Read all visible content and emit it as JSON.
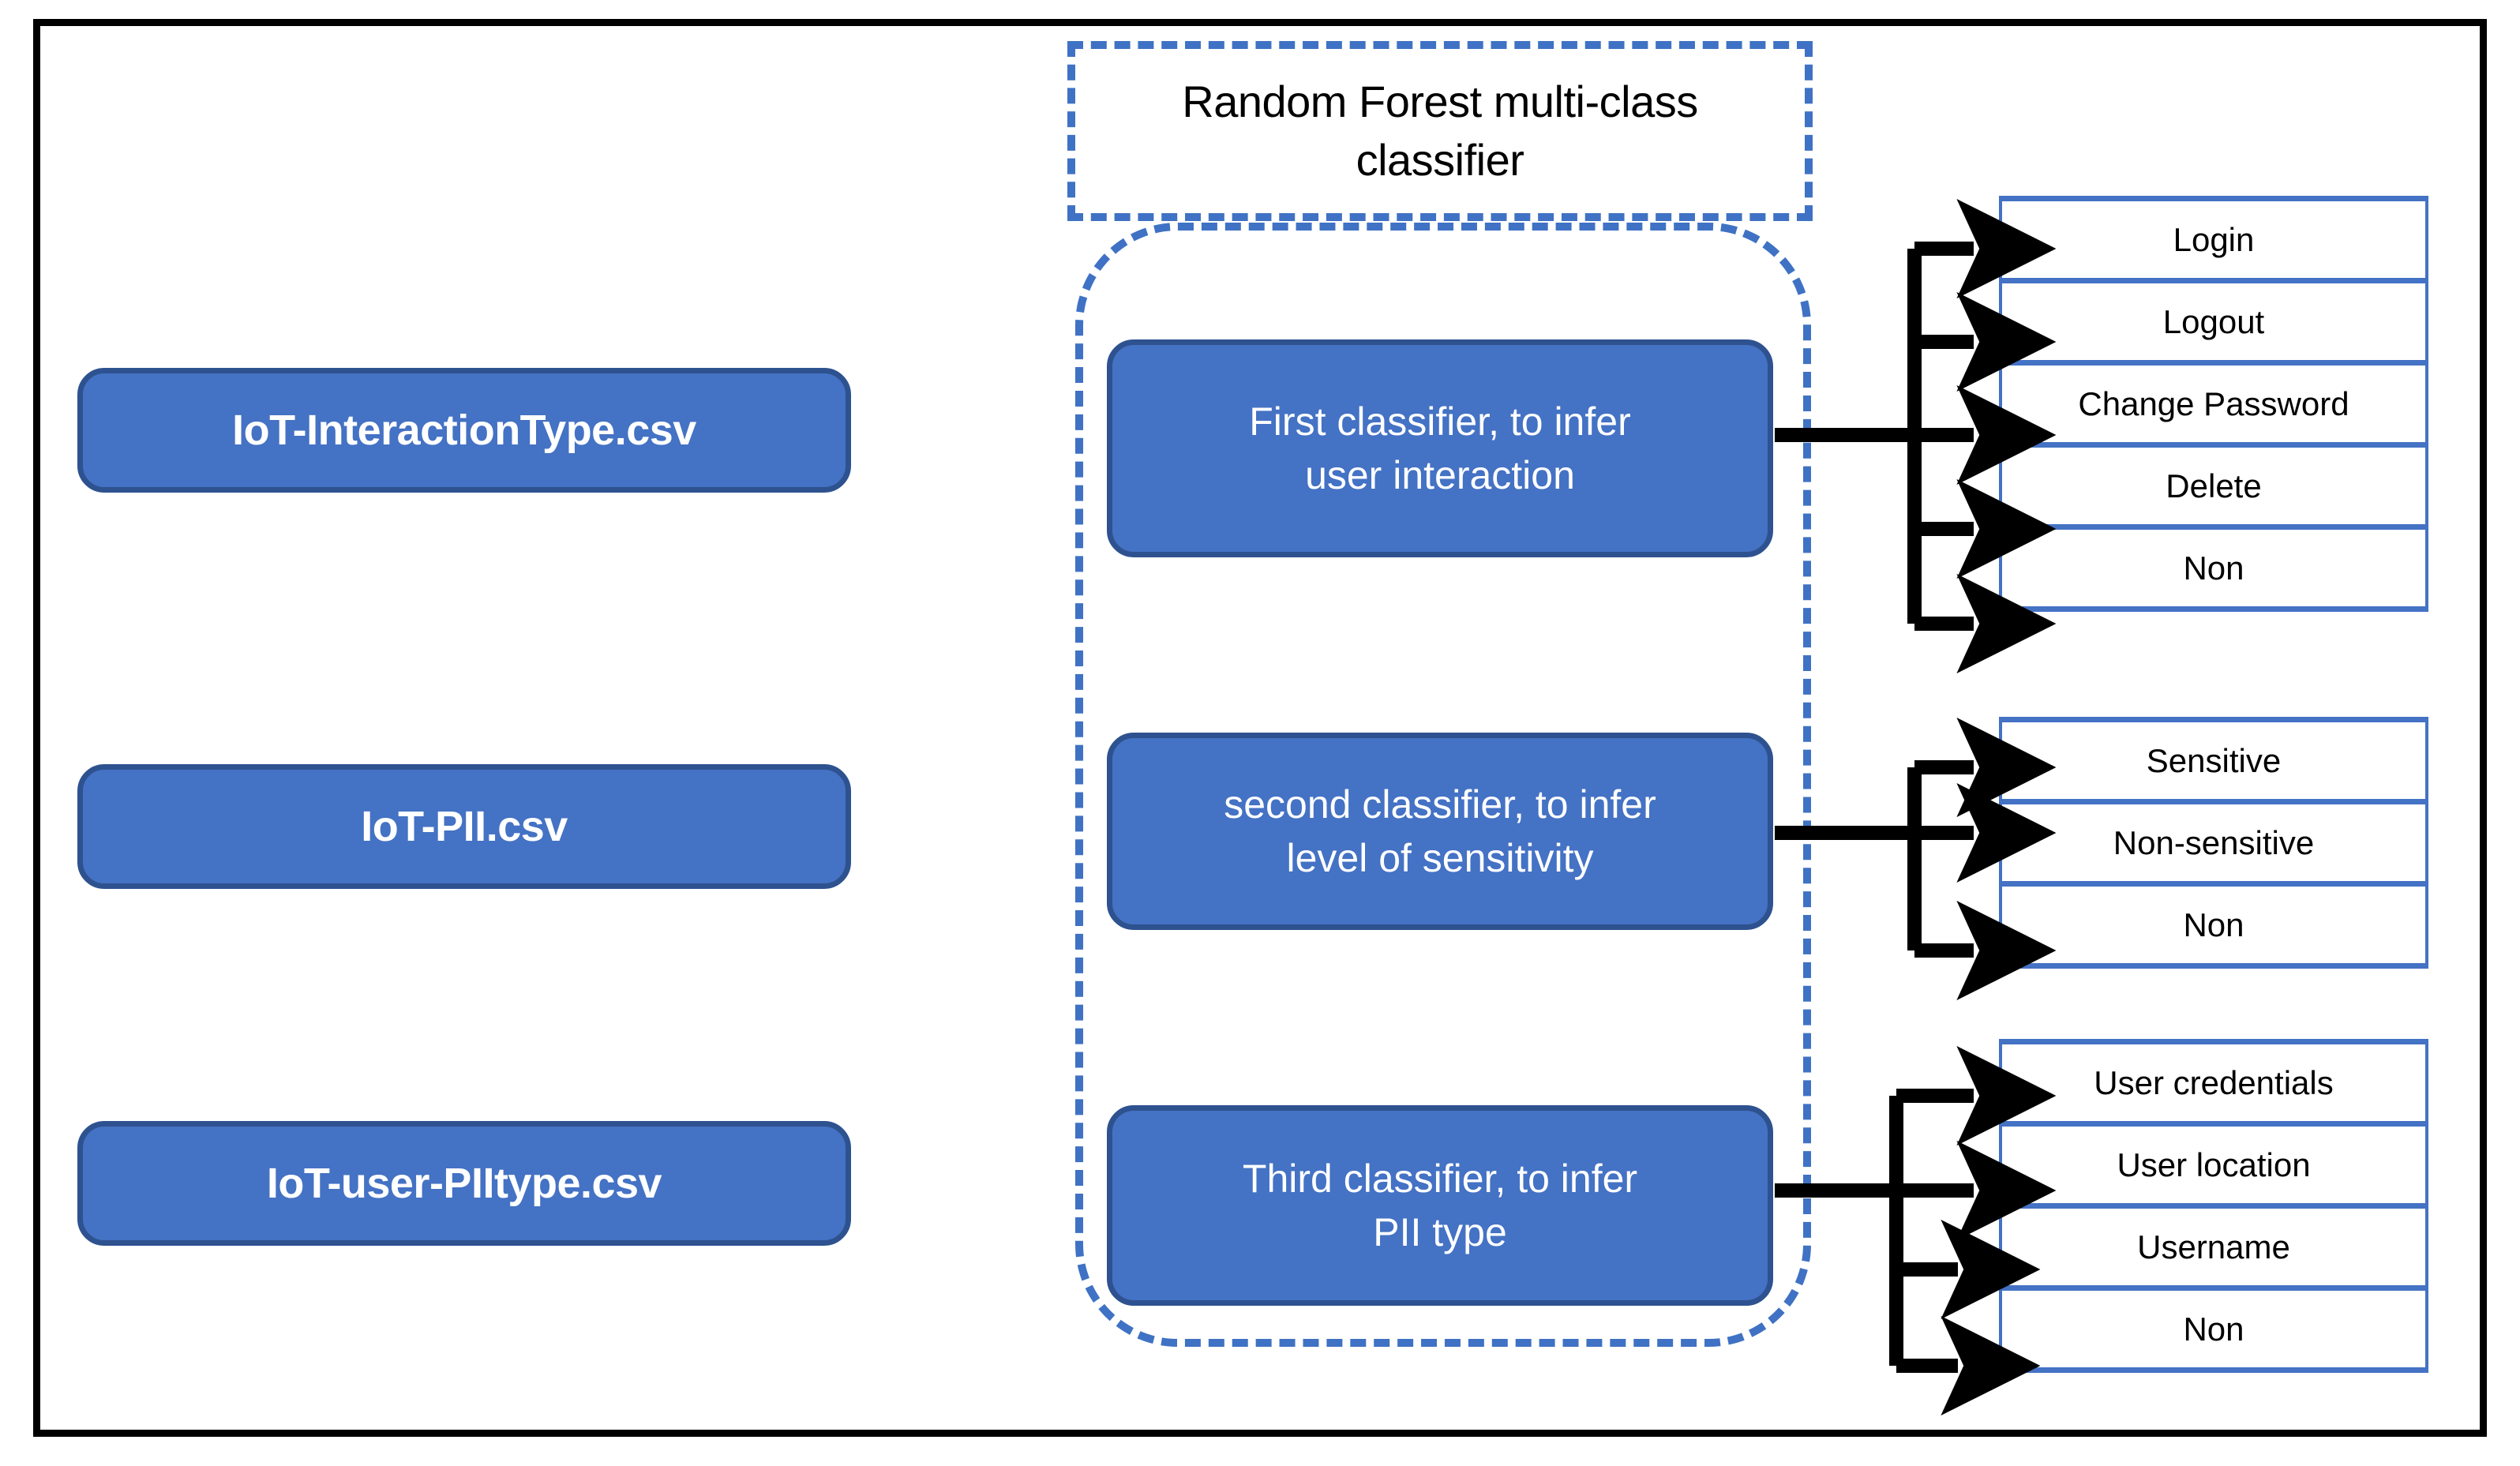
{
  "diagram": {
    "title": "Random Forest multi-class classifier",
    "colors": {
      "box_fill": "#4472C4",
      "box_border": "#2E528F",
      "dashed_border": "#3F72C4",
      "frame": "#000000",
      "arrow": "#000000",
      "output_border": "#4472C4",
      "output_fill": "#FFFFFF",
      "box_text": "#FFFFFF",
      "output_text": "#000000"
    },
    "datasets": [
      {
        "label": "IoT-InteractionType.csv"
      },
      {
        "label": "IoT-PII.csv"
      },
      {
        "label": "IoT-user-PIItype.csv"
      }
    ],
    "classifiers": [
      {
        "line1": "First classifier,  to infer",
        "line2": "user interaction"
      },
      {
        "line1": "second classifier,  to infer",
        "line2": "level of sensitivity"
      },
      {
        "line1": "Third classifier,  to infer",
        "line2": "PII type"
      }
    ],
    "outputs": [
      {
        "group": "user-interaction-classes",
        "items": [
          "Login",
          "Logout",
          "Change Password",
          "Delete",
          "Non"
        ]
      },
      {
        "group": "sensitivity-level-classes",
        "items": [
          "Sensitive",
          "Non-sensitive",
          "Non"
        ]
      },
      {
        "group": "pii-type-classes",
        "items": [
          "User credentials",
          "User location",
          "Username",
          "Non"
        ]
      }
    ]
  }
}
